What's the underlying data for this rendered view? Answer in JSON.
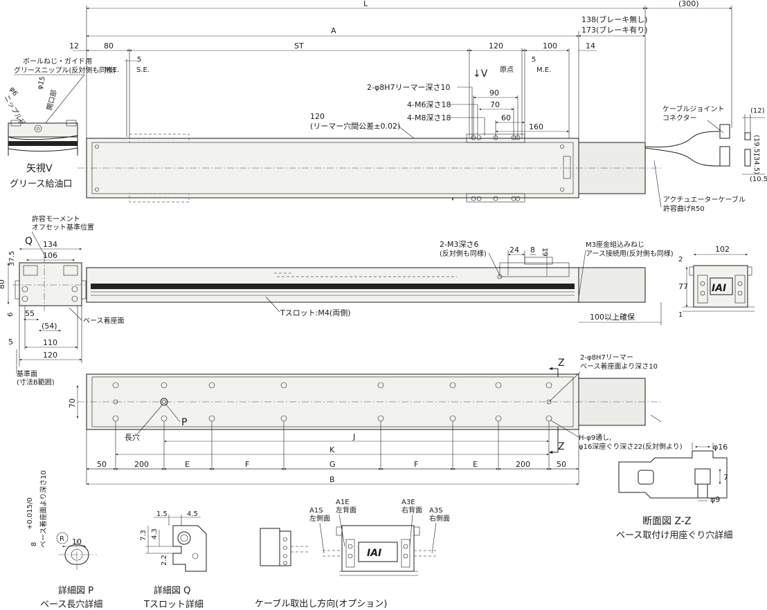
{
  "top_view": {
    "dim_L": "L",
    "dim_A": "A",
    "dim_300": "(300)",
    "motor_len_no_brake": "138(ブレーキ無し)",
    "motor_len_brake": "173(ブレーキ有り)",
    "dim_12": "12",
    "dim_80": "80",
    "dim_ST": "ST",
    "dim_120": "120",
    "dim_100": "100",
    "dim_14": "14",
    "me_left": "M.E.",
    "se_left": "S.E.",
    "dim_5_left": "5",
    "dim_5_right": "5",
    "origin": "原点",
    "me_right": "M.E.",
    "arrow_v": "↓V",
    "reamer_note": "2-φ8H7リーマー深さ10",
    "m6_note": "4-M6深さ18",
    "m8_note": "4-M8深さ18",
    "dim_90": "90",
    "dim_70": "70",
    "dim_60": "60",
    "dim_160": "160",
    "reamer_pitch_1": "120",
    "reamer_pitch_2": "(リーマー穴間公差±0.02)",
    "cable_joint_1": "ケーブルジョイント",
    "cable_joint_2": "コネクター",
    "bend_note_1": "アクチュエーターケーブル",
    "bend_note_2": "許容曲げR50",
    "conn_12": "(12)",
    "conn_19_5": "(19.5)",
    "conn_34_5": "(34.5)",
    "conn_10_5": "(10.5)"
  },
  "view_v": {
    "grease_note_1": "ボールねじ・ガイド用",
    "grease_note_2": "グリースニップル(反対側も同様)",
    "nipple_dia": "φ6",
    "nipple_label": "ニップル径",
    "opening_dia": "φ15",
    "opening_label": "開口部",
    "title_1": "矢視V",
    "title_2": "グリース給油口"
  },
  "end_view": {
    "moment_note_1": "許容モーメント",
    "moment_note_2": "オフセット基準位置",
    "q_label": "Q",
    "dim_134": "134",
    "dim_106": "106",
    "dim_37_5": "37.5",
    "dim_80": "80",
    "dim_6": "6",
    "dim_55": "55",
    "dim_54": "(54)",
    "base_face": "ベース着座面",
    "dim_5": "5",
    "dim_110": "110",
    "dim_120": "120",
    "ref_face_1": "基準面",
    "ref_face_2": "(寸法B範囲)"
  },
  "side_view": {
    "m3_note_1": "2-M3深さ6",
    "m3_note_2": "(反対側も同様)",
    "dim_24": "24",
    "dim_8": "8",
    "dim_19": "19",
    "ground_note_1": "M3座金組込みねじ",
    "ground_note_2": "アース接続用(反対側も同様)",
    "tslot_note": "Tスロット:M4(両側)",
    "clearance_note": "100以上確保"
  },
  "motor_end_view": {
    "dim_102": "102",
    "dim_2": "2",
    "dim_77": "77",
    "dim_1": "1",
    "logo": "IAI"
  },
  "bottom_view": {
    "z_top": "Z",
    "z_bottom": "Z",
    "reamer_note_1": "2-φ8H7リーマー",
    "reamer_note_2": "ベース着座面より深さ10",
    "dim_70": "70",
    "p_label": "P",
    "slot_label": "長穴",
    "hole_note_1": "H-φ9通し,",
    "hole_note_2": "φ16深座ぐり深さ22(反対側より)",
    "dim_J": "J",
    "dim_K": "K",
    "seg_50_left": "50",
    "seg_200_left": "200",
    "seg_E_left": "E",
    "seg_F_left": "F",
    "seg_G": "G",
    "seg_F_right": "F",
    "seg_E_right": "E",
    "seg_200_right": "200",
    "seg_50_right": "50",
    "dim_B": "B"
  },
  "section_zz": {
    "dim_phi16": "φ16",
    "dim_7": "7",
    "dim_phi9": "φ9",
    "title_1": "断面図 Z-Z",
    "title_2": "ベース取付け用座ぐり穴詳細"
  },
  "detail_p": {
    "dim_8": "8",
    "tol": "+0.015/0",
    "depth_note": "ベース着座面より深さ10",
    "dim_10": "10",
    "r_label": "R",
    "title_1": "詳細図 P",
    "title_2": "ベース長穴詳細"
  },
  "detail_q": {
    "dim_1_5": "1.5",
    "dim_4_5": "4.5",
    "dim_7_3": "7.3",
    "dim_4_3": "4.3",
    "dim_2_2": "2.2",
    "title_1": "詳細図 Q",
    "title_2": "Tスロット詳細"
  },
  "cable_option": {
    "a1s_1": "A1S",
    "a1s_2": "左側面",
    "a1e_1": "A1E",
    "a1e_2": "左背面",
    "a3e_1": "A3E",
    "a3e_2": "右背面",
    "a3s_1": "A3S",
    "a3s_2": "右側面",
    "logo": "IAI",
    "title": "ケーブル取出し方向(オプション)"
  }
}
